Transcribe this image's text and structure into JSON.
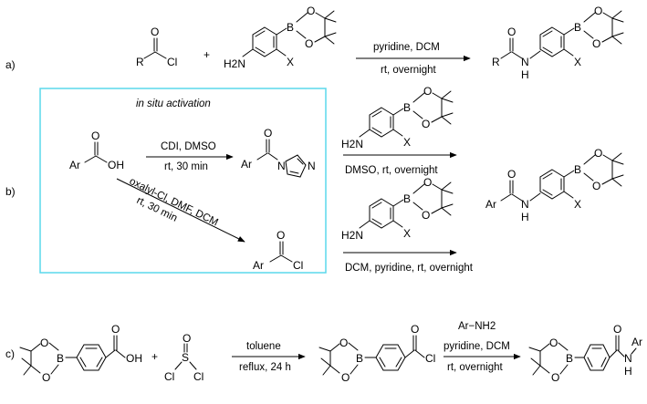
{
  "scheme": {
    "parts": {
      "a": "a)",
      "b": "b)",
      "c": "c)"
    },
    "plus": "+",
    "row_a": {
      "cond_top": "pyridine, DCM",
      "cond_bottom": "rt, overnight"
    },
    "row_b": {
      "box_title": "in situ activation",
      "cdi_top": "CDI, DMSO",
      "cdi_bottom": "rt, 30 min",
      "oxalyl_line1": "oxalyl-Cl, DMF, DCM",
      "oxalyl_line2": "rt, 30 min",
      "upper_cond": "DMSO, rt, overnight",
      "lower_cond": "DCM, pyridine, rt, overnight"
    },
    "row_c": {
      "step1_top": "toluene",
      "step1_bottom": "reflux, 24 h",
      "step2_top": "Ar−NH2",
      "step2_mid": "pyridine, DCM",
      "step2_bottom": "rt, overnight"
    }
  },
  "atoms": {
    "R": "R",
    "Ar": "Ar",
    "O": "O",
    "Cl": "Cl",
    "B": "B",
    "X": "X",
    "H2N": "H2N",
    "N": "N",
    "H": "H",
    "OH": "OH",
    "S": "S"
  }
}
